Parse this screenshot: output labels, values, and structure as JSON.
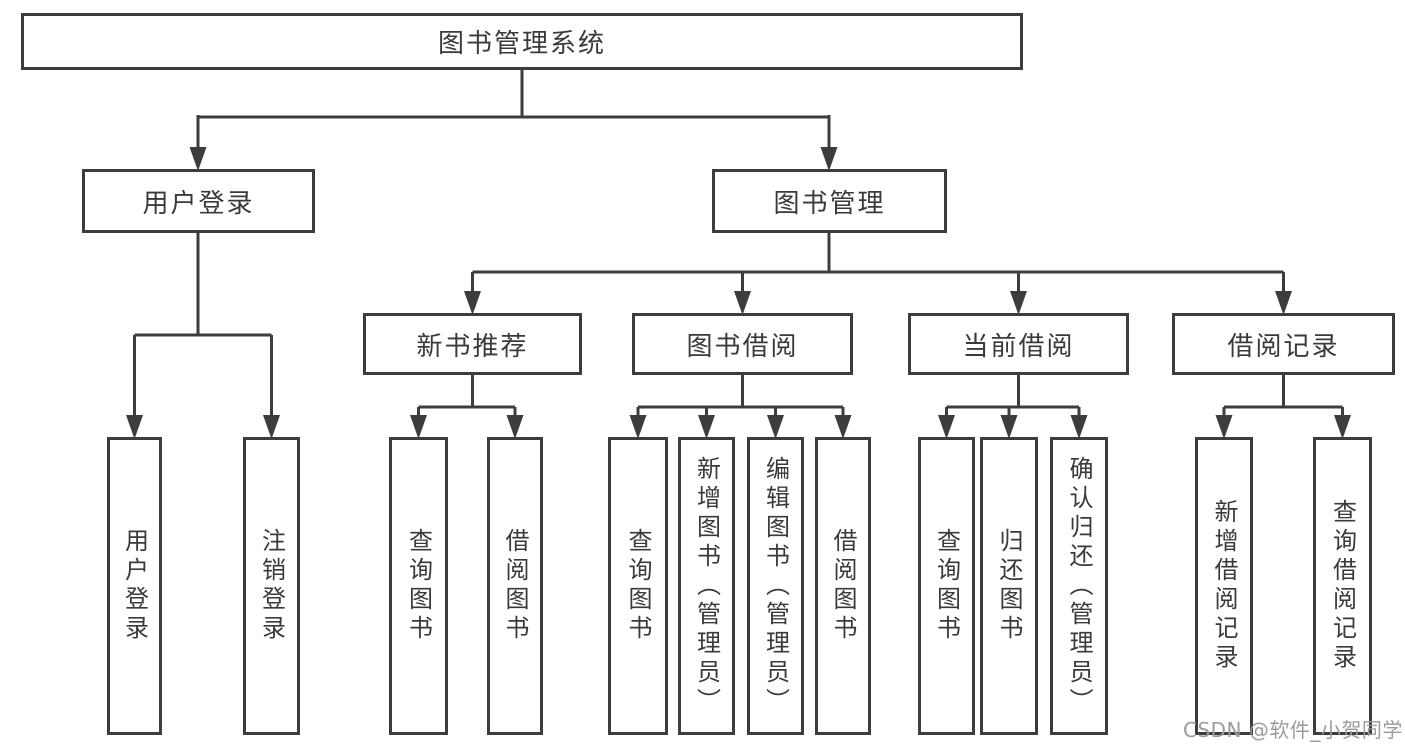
{
  "tree": {
    "label": "图书管理系统",
    "children": [
      {
        "label": "用户登录",
        "children": [
          {
            "label": "用户登录"
          },
          {
            "label": "注销登录"
          }
        ]
      },
      {
        "label": "图书管理",
        "children": [
          {
            "label": "新书推荐",
            "children": [
              {
                "label": "查询图书"
              },
              {
                "label": "借阅图书"
              }
            ]
          },
          {
            "label": "图书借阅",
            "children": [
              {
                "label": "查询图书"
              },
              {
                "label": "新增图书（管理员）"
              },
              {
                "label": "编辑图书（管理员）"
              },
              {
                "label": "借阅图书"
              }
            ]
          },
          {
            "label": "当前借阅",
            "children": [
              {
                "label": "查询图书"
              },
              {
                "label": "归还图书"
              },
              {
                "label": "确认归还（管理员）"
              }
            ]
          },
          {
            "label": "借阅记录",
            "children": [
              {
                "label": "新增借阅记录"
              },
              {
                "label": "查询借阅记录"
              }
            ]
          }
        ]
      }
    ]
  },
  "watermark": "CSDN @软件_小贺同学",
  "colors": {
    "line": "#3d3d3d",
    "text": "#3a3a3a",
    "watermark": "#9b9b9b",
    "background": "#ffffff"
  }
}
